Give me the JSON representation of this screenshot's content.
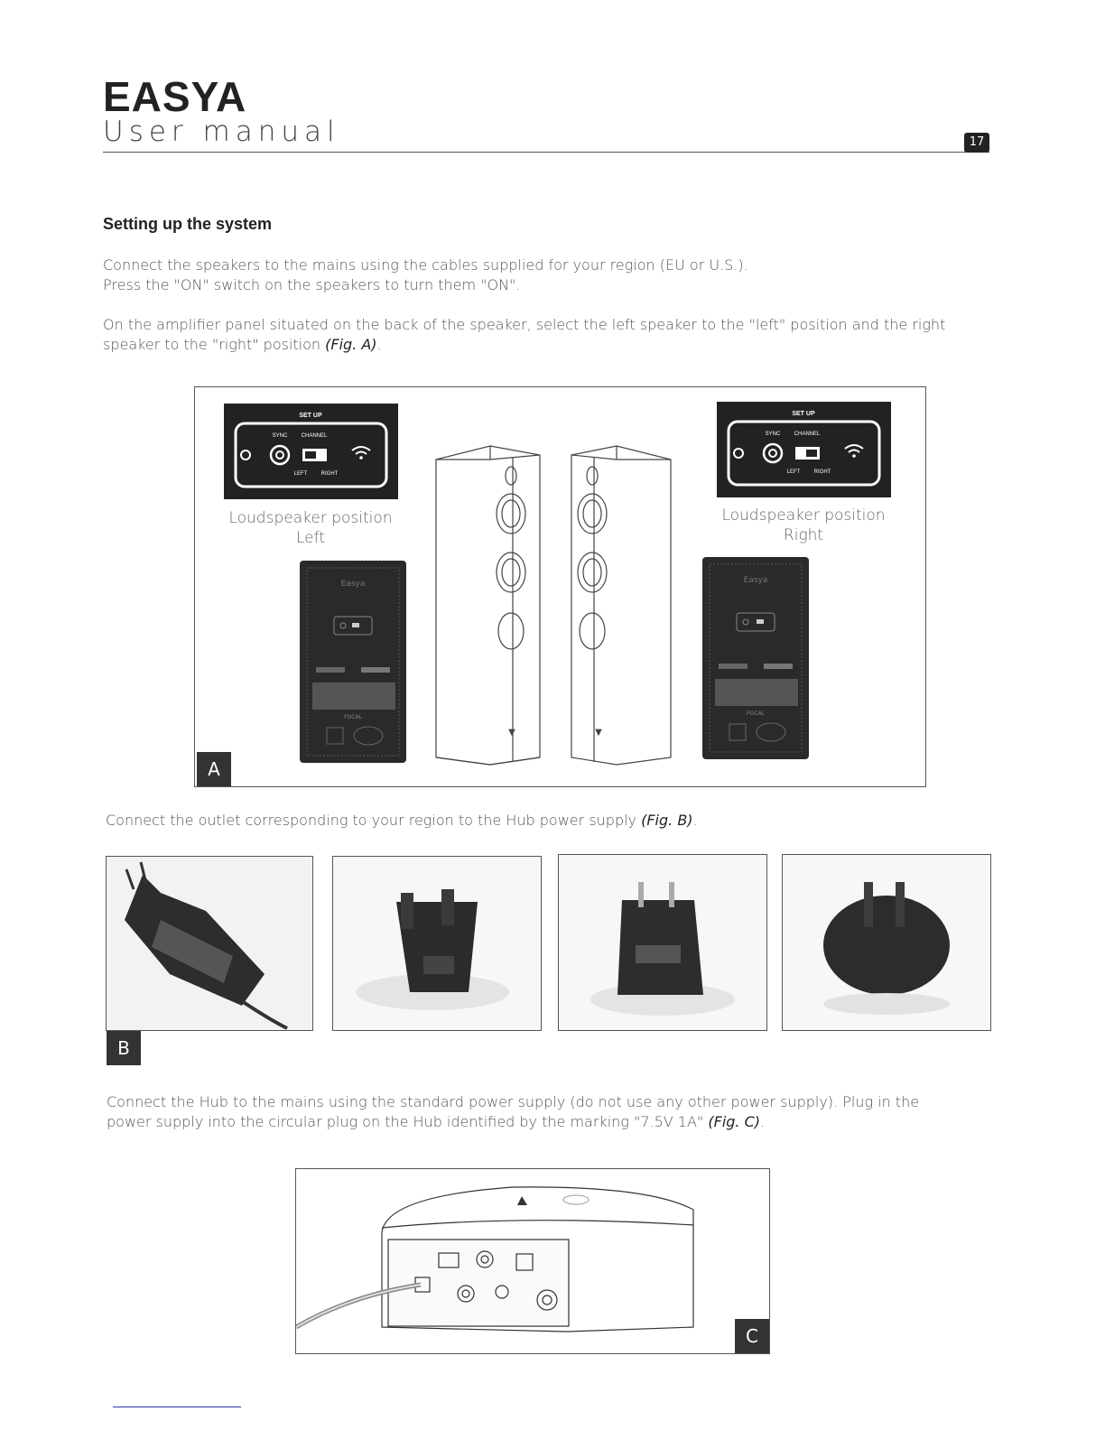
{
  "header": {
    "brand": "EASYA",
    "subtitle": "User manual",
    "page_number": "17"
  },
  "section": {
    "heading": "Setting up the system",
    "para1_line1": "Connect the speakers to the mains using the cables supplied for your region (EU or U.S.).",
    "para1_line2": "Press the \"ON\" switch on the speakers to turn them \"ON\".",
    "para2_line1": "On the amplifier panel situated on the back of the speaker, select the left speaker to the \"left\" position and the right",
    "para2_line2_text": "speaker to the \"right\" position ",
    "para2_ref": "(Fig. A)",
    "para3_text": "Connect the outlet corresponding to your region to the Hub power supply ",
    "para3_ref": "(Fig. B)",
    "para4_line1": "Connect the Hub to the mains using the standard power supply (do not use any other power supply). Plug in the",
    "para4_line2_text": "power supply into the circular plug on the Hub identified by the marking \"7.5V 1A\" ",
    "para4_ref": "(Fig. C)",
    "period": "."
  },
  "figure_a": {
    "label": "A",
    "left_panel": {
      "title": "SET UP",
      "sync": "SYNC",
      "channel": "CHANNEL",
      "left": "LEFT",
      "right": "RIGHT"
    },
    "right_panel": {
      "title": "SET UP",
      "sync": "SYNC",
      "channel": "CHANNEL",
      "left": "LEFT",
      "right": "RIGHT"
    },
    "left_caption_1": "Loudspeaker position",
    "left_caption_2": "Left",
    "right_caption_1": "Loudspeaker position",
    "right_caption_2": "Right",
    "amp_brand_left": "Easya",
    "amp_brand_right": "Easya",
    "amp_maker_left": "FOCAL",
    "amp_maker_right": "FOCAL"
  },
  "figure_b": {
    "label": "B"
  },
  "figure_c": {
    "label": "C"
  }
}
